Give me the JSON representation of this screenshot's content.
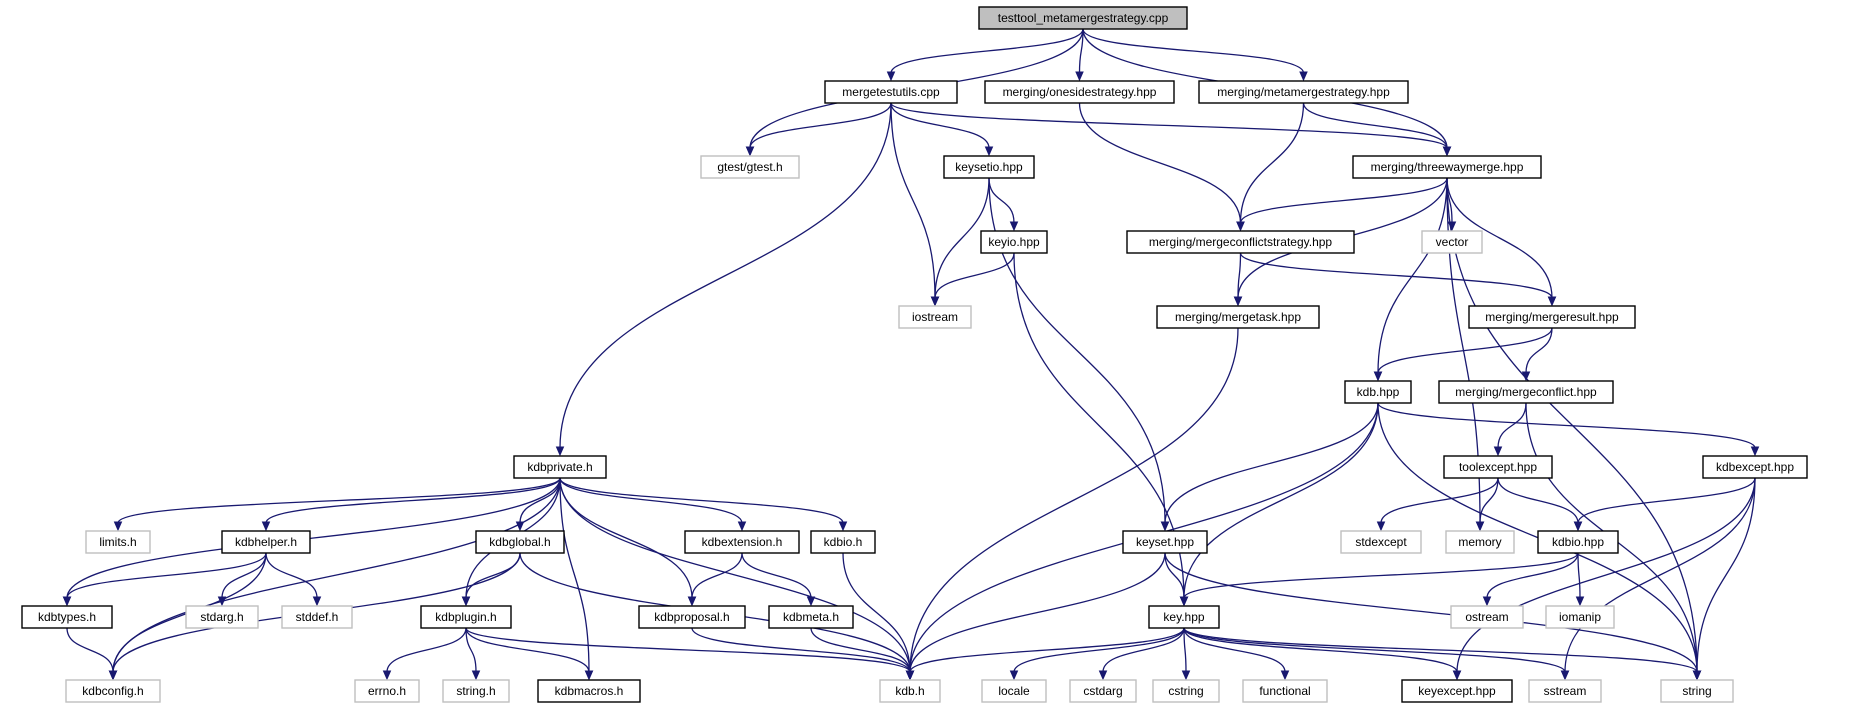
{
  "nodes": [
    {
      "id": "root",
      "label": "testtool_metamergestrategy.cpp",
      "kind": "root"
    },
    {
      "id": "mergetestutils",
      "label": "mergetestutils.cpp",
      "kind": "internal"
    },
    {
      "id": "onesidestrategy",
      "label": "merging/onesidestrategy.hpp",
      "kind": "internal"
    },
    {
      "id": "metamergestrategy",
      "label": "merging/metamergestrategy.hpp",
      "kind": "internal"
    },
    {
      "id": "gtest",
      "label": "gtest/gtest.h",
      "kind": "external"
    },
    {
      "id": "keysetio",
      "label": "keysetio.hpp",
      "kind": "internal"
    },
    {
      "id": "threewaymerge",
      "label": "merging/threewaymerge.hpp",
      "kind": "internal"
    },
    {
      "id": "keyio",
      "label": "keyio.hpp",
      "kind": "internal"
    },
    {
      "id": "mergeconflictstrategy",
      "label": "merging/mergeconflictstrategy.hpp",
      "kind": "internal"
    },
    {
      "id": "vector",
      "label": "vector",
      "kind": "external"
    },
    {
      "id": "iostream",
      "label": "iostream",
      "kind": "external"
    },
    {
      "id": "mergetask",
      "label": "merging/mergetask.hpp",
      "kind": "internal"
    },
    {
      "id": "mergeresult",
      "label": "merging/mergeresult.hpp",
      "kind": "internal"
    },
    {
      "id": "kdbhpp",
      "label": "kdb.hpp",
      "kind": "internal"
    },
    {
      "id": "mergeconflict",
      "label": "merging/mergeconflict.hpp",
      "kind": "internal"
    },
    {
      "id": "kdbprivate",
      "label": "kdbprivate.h",
      "kind": "internal"
    },
    {
      "id": "toolexcept",
      "label": "toolexcept.hpp",
      "kind": "internal"
    },
    {
      "id": "kdbexcept",
      "label": "kdbexcept.hpp",
      "kind": "internal"
    },
    {
      "id": "limits",
      "label": "limits.h",
      "kind": "external"
    },
    {
      "id": "kdbhelper",
      "label": "kdbhelper.h",
      "kind": "internal"
    },
    {
      "id": "kdbglobal",
      "label": "kdbglobal.h",
      "kind": "internal"
    },
    {
      "id": "kdbextension",
      "label": "kdbextension.h",
      "kind": "internal"
    },
    {
      "id": "kdbio_h",
      "label": "kdbio.h",
      "kind": "internal"
    },
    {
      "id": "keyset",
      "label": "keyset.hpp",
      "kind": "internal"
    },
    {
      "id": "stdexcept",
      "label": "stdexcept",
      "kind": "external"
    },
    {
      "id": "memory",
      "label": "memory",
      "kind": "external"
    },
    {
      "id": "kdbio_hpp",
      "label": "kdbio.hpp",
      "kind": "internal"
    },
    {
      "id": "kdbtypes",
      "label": "kdbtypes.h",
      "kind": "internal"
    },
    {
      "id": "stdarg",
      "label": "stdarg.h",
      "kind": "external"
    },
    {
      "id": "stddef",
      "label": "stddef.h",
      "kind": "external"
    },
    {
      "id": "kdbplugin",
      "label": "kdbplugin.h",
      "kind": "internal"
    },
    {
      "id": "kdbproposal",
      "label": "kdbproposal.h",
      "kind": "internal"
    },
    {
      "id": "kdbmeta",
      "label": "kdbmeta.h",
      "kind": "internal"
    },
    {
      "id": "keyhpp",
      "label": "key.hpp",
      "kind": "internal"
    },
    {
      "id": "ostream",
      "label": "ostream",
      "kind": "external"
    },
    {
      "id": "iomanip",
      "label": "iomanip",
      "kind": "external"
    },
    {
      "id": "kdbconfig",
      "label": "kdbconfig.h",
      "kind": "external"
    },
    {
      "id": "errno",
      "label": "errno.h",
      "kind": "external"
    },
    {
      "id": "string_h",
      "label": "string.h",
      "kind": "external"
    },
    {
      "id": "kdbmacros",
      "label": "kdbmacros.h",
      "kind": "internal"
    },
    {
      "id": "kdb_h",
      "label": "kdb.h",
      "kind": "external"
    },
    {
      "id": "locale",
      "label": "locale",
      "kind": "external"
    },
    {
      "id": "cstdarg",
      "label": "cstdarg",
      "kind": "external"
    },
    {
      "id": "cstring",
      "label": "cstring",
      "kind": "external"
    },
    {
      "id": "functional",
      "label": "functional",
      "kind": "external"
    },
    {
      "id": "keyexcept",
      "label": "keyexcept.hpp",
      "kind": "internal"
    },
    {
      "id": "sstream",
      "label": "sstream",
      "kind": "external"
    },
    {
      "id": "string",
      "label": "string",
      "kind": "external"
    }
  ],
  "edges": [
    [
      "root",
      "mergetestutils"
    ],
    [
      "root",
      "onesidestrategy"
    ],
    [
      "root",
      "metamergestrategy"
    ],
    [
      "root",
      "gtest"
    ],
    [
      "root",
      "threewaymerge"
    ],
    [
      "mergetestutils",
      "gtest"
    ],
    [
      "mergetestutils",
      "keysetio"
    ],
    [
      "mergetestutils",
      "threewaymerge"
    ],
    [
      "mergetestutils",
      "iostream"
    ],
    [
      "mergetestutils",
      "kdbprivate"
    ],
    [
      "onesidestrategy",
      "mergeconflictstrategy"
    ],
    [
      "metamergestrategy",
      "threewaymerge"
    ],
    [
      "metamergestrategy",
      "mergeconflictstrategy"
    ],
    [
      "keysetio",
      "keyio"
    ],
    [
      "keysetio",
      "iostream"
    ],
    [
      "keysetio",
      "keyset"
    ],
    [
      "keyio",
      "iostream"
    ],
    [
      "keyio",
      "keyhpp"
    ],
    [
      "threewaymerge",
      "mergeconflictstrategy"
    ],
    [
      "threewaymerge",
      "vector"
    ],
    [
      "threewaymerge",
      "mergetask"
    ],
    [
      "threewaymerge",
      "mergeresult"
    ],
    [
      "threewaymerge",
      "kdbhpp"
    ],
    [
      "threewaymerge",
      "memory"
    ],
    [
      "threewaymerge",
      "string"
    ],
    [
      "mergeconflictstrategy",
      "mergetask"
    ],
    [
      "mergeconflictstrategy",
      "mergeresult"
    ],
    [
      "mergetask",
      "kdb_h"
    ],
    [
      "mergeresult",
      "kdbhpp"
    ],
    [
      "mergeresult",
      "mergeconflict"
    ],
    [
      "mergeconflict",
      "toolexcept"
    ],
    [
      "mergeconflict",
      "string"
    ],
    [
      "kdbhpp",
      "kdbexcept"
    ],
    [
      "kdbhpp",
      "keyset"
    ],
    [
      "kdbhpp",
      "keyhpp"
    ],
    [
      "kdbhpp",
      "kdb_h"
    ],
    [
      "kdbhpp",
      "string"
    ],
    [
      "toolexcept",
      "stdexcept"
    ],
    [
      "toolexcept",
      "memory"
    ],
    [
      "toolexcept",
      "kdbio_hpp"
    ],
    [
      "kdbexcept",
      "kdbio_hpp"
    ],
    [
      "kdbexcept",
      "keyexcept"
    ],
    [
      "kdbexcept",
      "sstream"
    ],
    [
      "kdbexcept",
      "string"
    ],
    [
      "kdbio_hpp",
      "keyhpp"
    ],
    [
      "kdbio_hpp",
      "ostream"
    ],
    [
      "kdbio_hpp",
      "iomanip"
    ],
    [
      "keyset",
      "keyhpp"
    ],
    [
      "keyset",
      "kdb_h"
    ],
    [
      "keyset",
      "string"
    ],
    [
      "kdbprivate",
      "limits"
    ],
    [
      "kdbprivate",
      "kdbhelper"
    ],
    [
      "kdbprivate",
      "kdbglobal"
    ],
    [
      "kdbprivate",
      "kdbextension"
    ],
    [
      "kdbprivate",
      "kdbio_h"
    ],
    [
      "kdbprivate",
      "kdbtypes"
    ],
    [
      "kdbprivate",
      "kdbconfig"
    ],
    [
      "kdbprivate",
      "kdbplugin"
    ],
    [
      "kdbprivate",
      "kdbproposal"
    ],
    [
      "kdbprivate",
      "kdbmacros"
    ],
    [
      "kdbprivate",
      "kdb_h"
    ],
    [
      "kdbhelper",
      "kdbtypes"
    ],
    [
      "kdbhelper",
      "kdbconfig"
    ],
    [
      "kdbhelper",
      "stdarg"
    ],
    [
      "kdbhelper",
      "stddef"
    ],
    [
      "kdbtypes",
      "kdbconfig"
    ],
    [
      "kdbglobal",
      "kdbplugin"
    ],
    [
      "kdbglobal",
      "kdbconfig"
    ],
    [
      "kdbglobal",
      "kdb_h"
    ],
    [
      "kdbextension",
      "kdbproposal"
    ],
    [
      "kdbextension",
      "kdbmeta"
    ],
    [
      "kdbio_h",
      "kdb_h"
    ],
    [
      "kdbplugin",
      "errno"
    ],
    [
      "kdbplugin",
      "string_h"
    ],
    [
      "kdbplugin",
      "kdbmacros"
    ],
    [
      "kdbplugin",
      "kdb_h"
    ],
    [
      "kdbproposal",
      "kdb_h"
    ],
    [
      "kdbmeta",
      "kdb_h"
    ],
    [
      "keyhpp",
      "kdb_h"
    ],
    [
      "keyhpp",
      "locale"
    ],
    [
      "keyhpp",
      "cstdarg"
    ],
    [
      "keyhpp",
      "cstring"
    ],
    [
      "keyhpp",
      "functional"
    ],
    [
      "keyhpp",
      "keyexcept"
    ],
    [
      "keyhpp",
      "sstream"
    ],
    [
      "keyhpp",
      "string"
    ]
  ]
}
